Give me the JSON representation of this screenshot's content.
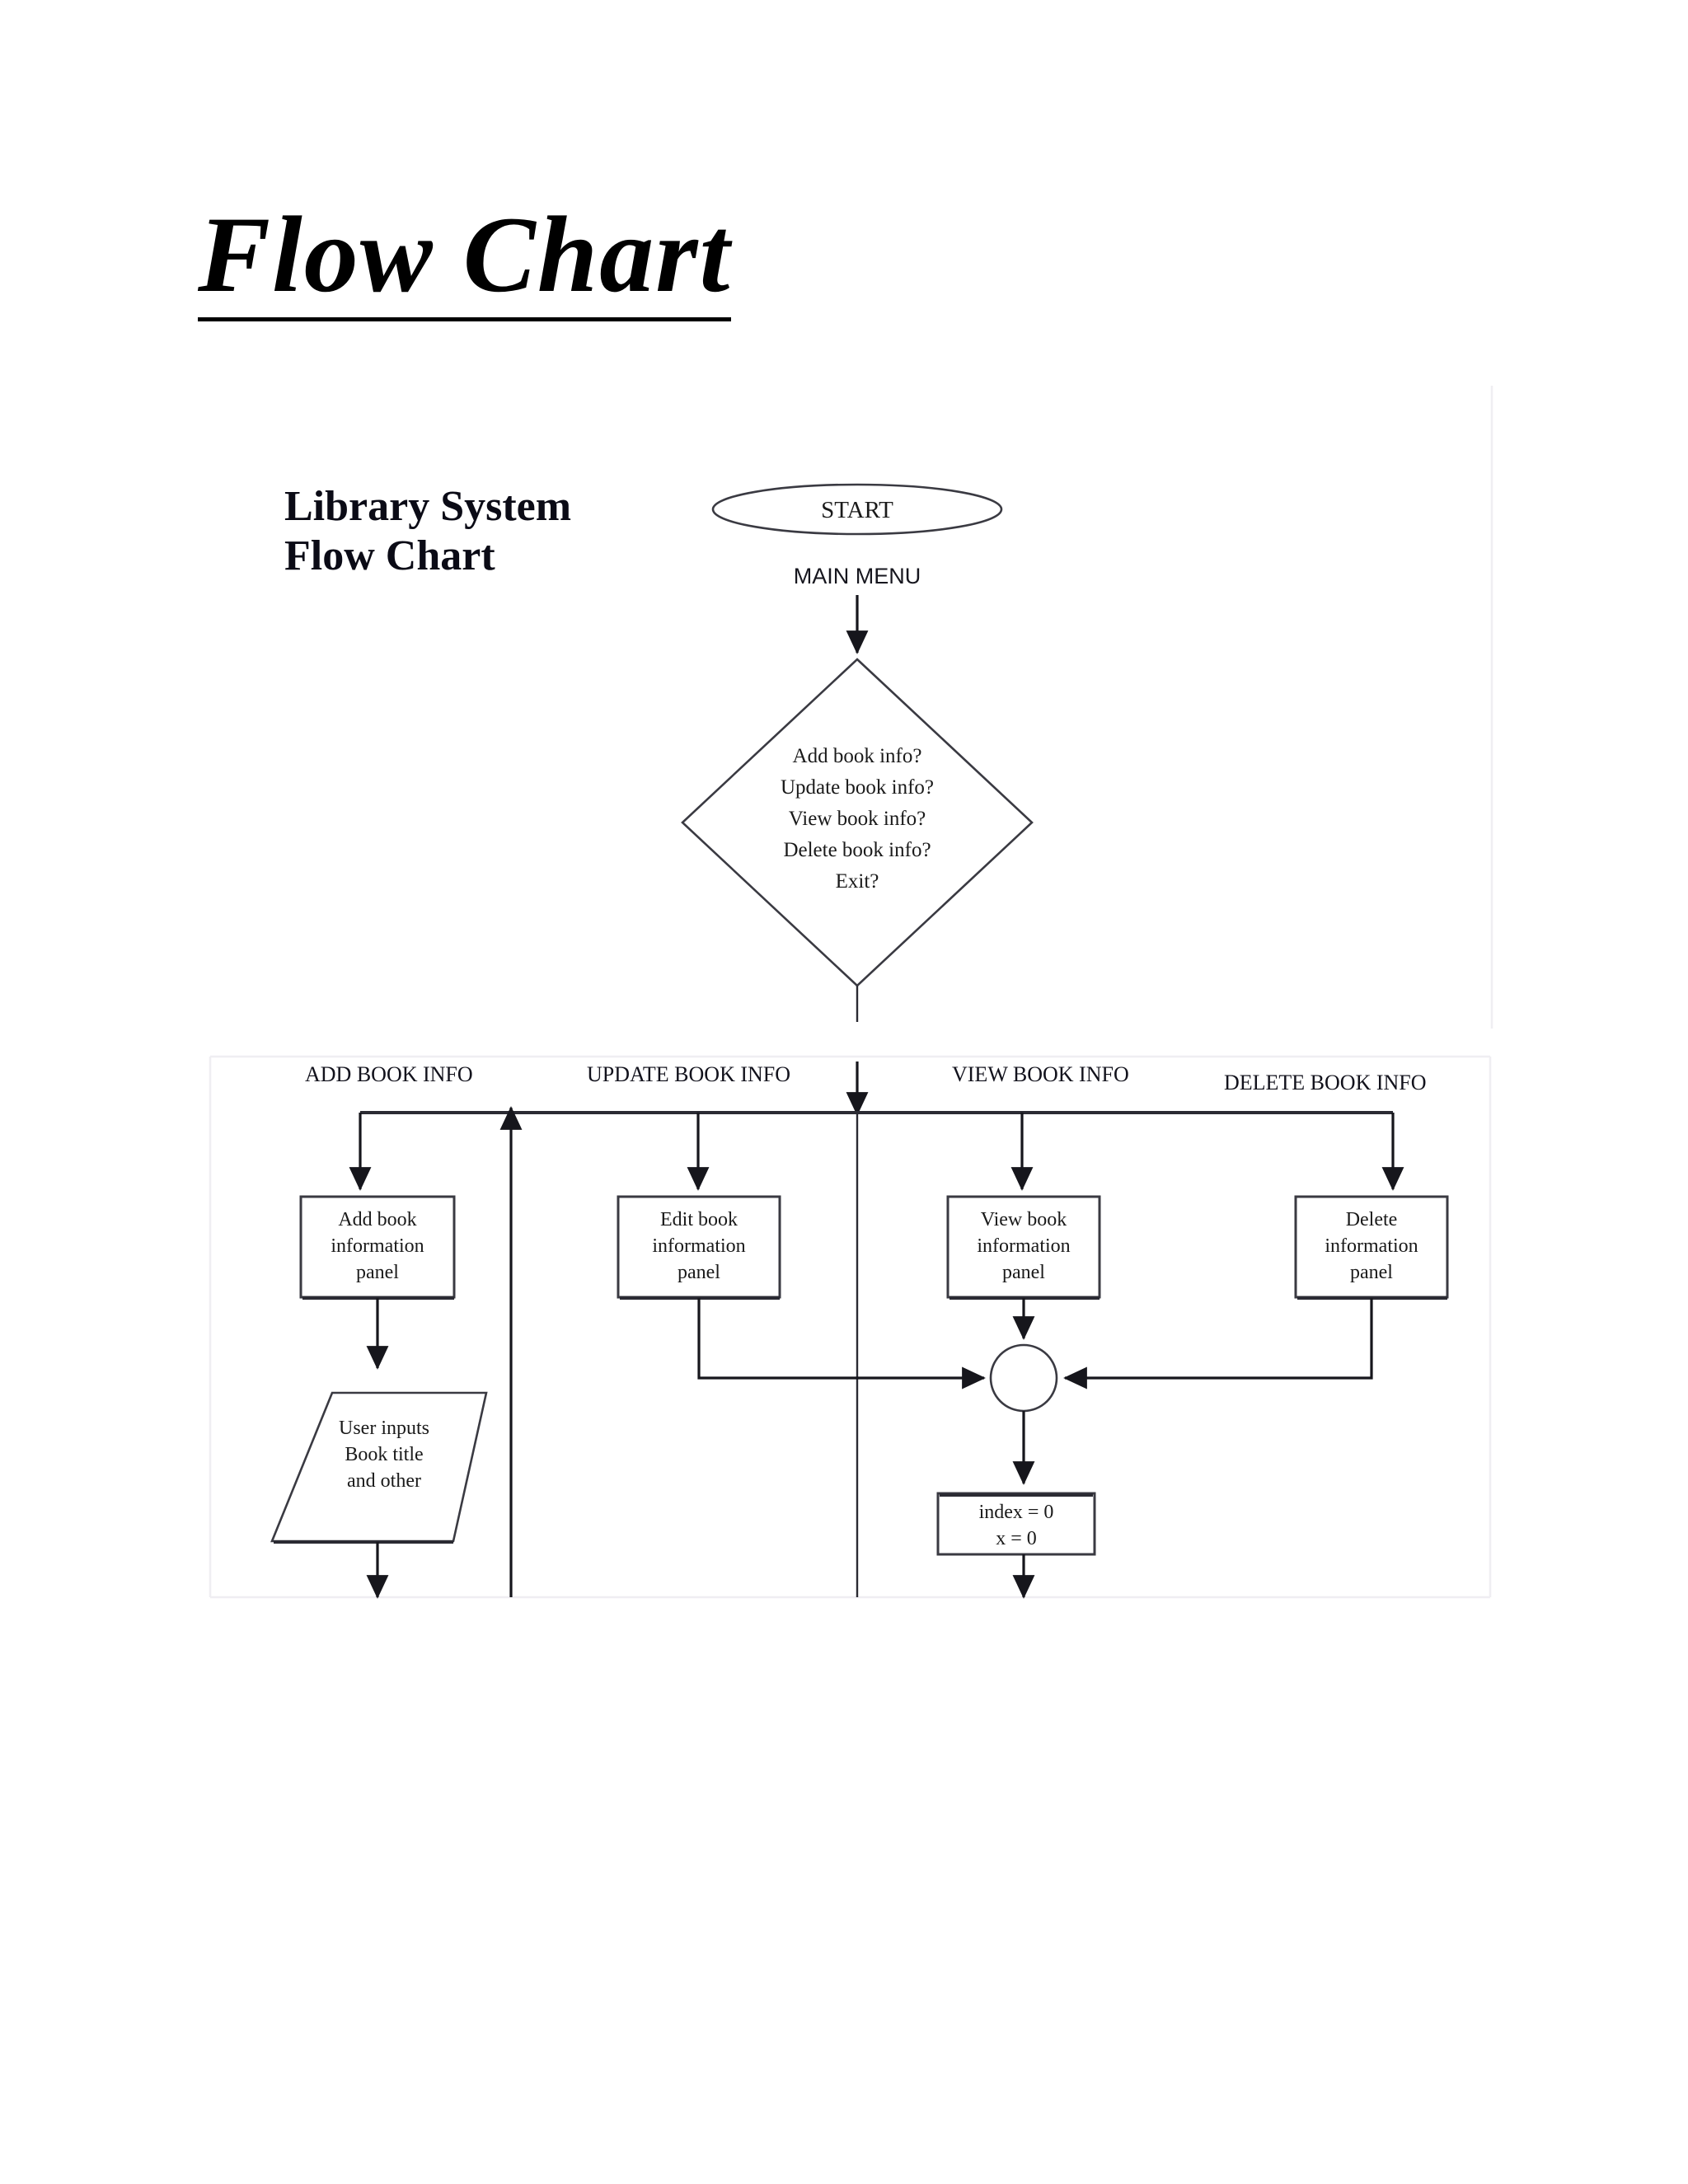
{
  "document": {
    "title": "Flow Chart"
  },
  "heading": {
    "line1": "Library System",
    "line2": "Flow Chart"
  },
  "chart_data": {
    "type": "diagram",
    "title": "Library System Flow Chart",
    "nodes": [
      {
        "id": "start",
        "shape": "terminator",
        "label": "START"
      },
      {
        "id": "main-menu",
        "shape": "edge-label",
        "label": "MAIN MENU"
      },
      {
        "id": "decision",
        "shape": "decision",
        "lines": [
          "Add book info?",
          "Update book info?",
          "View book info?",
          "Delete book info?",
          "Exit?"
        ]
      },
      {
        "id": "add-panel",
        "shape": "process",
        "lines": [
          "Add book",
          "information",
          "panel"
        ]
      },
      {
        "id": "edit-panel",
        "shape": "process",
        "lines": [
          "Edit book",
          "information",
          "panel"
        ]
      },
      {
        "id": "view-panel",
        "shape": "process",
        "lines": [
          "View book",
          "information",
          "panel"
        ]
      },
      {
        "id": "delete-panel",
        "shape": "process",
        "lines": [
          "Delete",
          "information",
          "panel"
        ]
      },
      {
        "id": "user-input",
        "shape": "parallelogram",
        "lines": [
          "User inputs",
          "Book title",
          "and other"
        ]
      },
      {
        "id": "merge",
        "shape": "connector",
        "label": ""
      },
      {
        "id": "init",
        "shape": "process",
        "lines": [
          "index = 0",
          "x = 0"
        ]
      }
    ],
    "branch_labels": [
      "ADD BOOK INFO",
      "UPDATE BOOK INFO",
      "VIEW BOOK INFO",
      "DELETE BOOK INFO"
    ],
    "edges": [
      {
        "from": "start",
        "to": "decision",
        "label": "MAIN MENU"
      },
      {
        "from": "decision",
        "to": "add-panel",
        "label": "ADD BOOK INFO"
      },
      {
        "from": "decision",
        "to": "edit-panel",
        "label": "UPDATE BOOK INFO"
      },
      {
        "from": "decision",
        "to": "view-panel",
        "label": "VIEW BOOK INFO"
      },
      {
        "from": "decision",
        "to": "delete-panel",
        "label": "DELETE BOOK INFO"
      },
      {
        "from": "add-panel",
        "to": "user-input",
        "label": ""
      },
      {
        "from": "edit-panel",
        "to": "merge",
        "label": ""
      },
      {
        "from": "view-panel",
        "to": "merge",
        "label": ""
      },
      {
        "from": "delete-panel",
        "to": "merge",
        "label": ""
      },
      {
        "from": "merge",
        "to": "init",
        "label": ""
      },
      {
        "from": "return-loop",
        "to": "decision",
        "label": ""
      }
    ]
  },
  "nodes": {
    "start": {
      "label": "START"
    },
    "main_menu": {
      "label": "MAIN MENU"
    },
    "decision": {
      "l1": "Add book info?",
      "l2": "Update book info?",
      "l3": "View book info?",
      "l4": "Delete book info?",
      "l5": "Exit?"
    },
    "branch_add": {
      "label": "ADD BOOK INFO"
    },
    "branch_update": {
      "label": "UPDATE BOOK INFO"
    },
    "branch_view": {
      "label": "VIEW BOOK INFO"
    },
    "branch_delete": {
      "label": "DELETE BOOK INFO"
    },
    "add_panel": {
      "l1": "Add book",
      "l2": "information",
      "l3": "panel"
    },
    "edit_panel": {
      "l1": "Edit book",
      "l2": "information",
      "l3": "panel"
    },
    "view_panel": {
      "l1": "View book",
      "l2": "information",
      "l3": "panel"
    },
    "delete_panel": {
      "l1": "Delete",
      "l2": "information",
      "l3": "panel"
    },
    "user_input": {
      "l1": "User inputs",
      "l2": "Book title",
      "l3": "and other"
    },
    "init": {
      "l1": "index = 0",
      "l2": "x = 0"
    }
  },
  "colors": {
    "ink": "#1a1a1a",
    "stroke": "#3a3a42",
    "connector": "#16161c",
    "page": "#ffffff"
  }
}
